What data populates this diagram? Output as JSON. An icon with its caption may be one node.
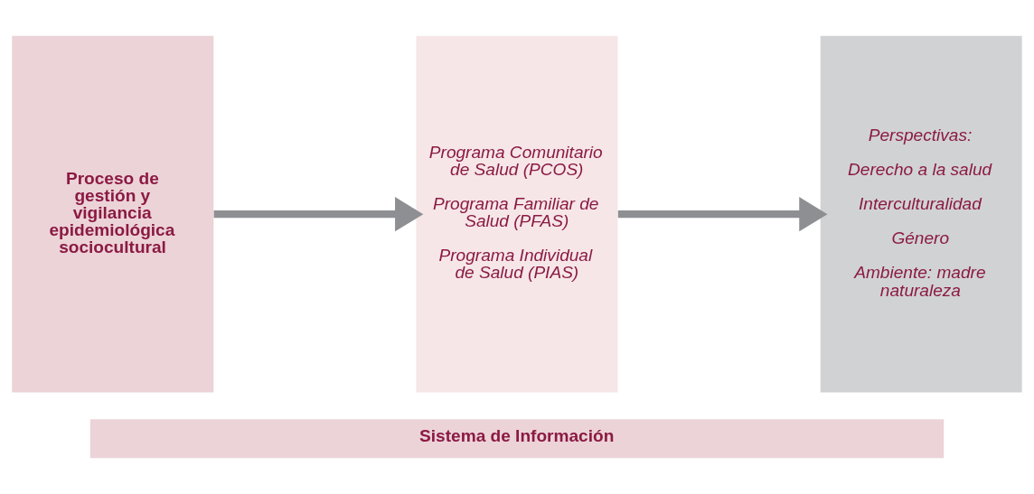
{
  "diagram": {
    "nodes": [
      {
        "text": [
          "Proceso de gestión y vigilancia epidemiológica sociocultural"
        ]
      },
      {
        "text": [
          "Programa Comunitario de Salud (PCOS)",
          "Programa Familiar de Salud (PFAS)",
          "Programa Individual de Salud (PIAS)"
        ]
      },
      {
        "text": [
          "Perspectivas:",
          "Derecho a la salud",
          "Interculturalidad",
          "Género",
          "Ambiente: madre naturaleza"
        ]
      },
      {
        "text": [
          "Sistema de Información"
        ]
      }
    ],
    "edges": [
      {
        "from": 0,
        "to": 1,
        "arrow": "to"
      },
      {
        "from": 1,
        "to": 2,
        "arrow": "to"
      }
    ]
  }
}
